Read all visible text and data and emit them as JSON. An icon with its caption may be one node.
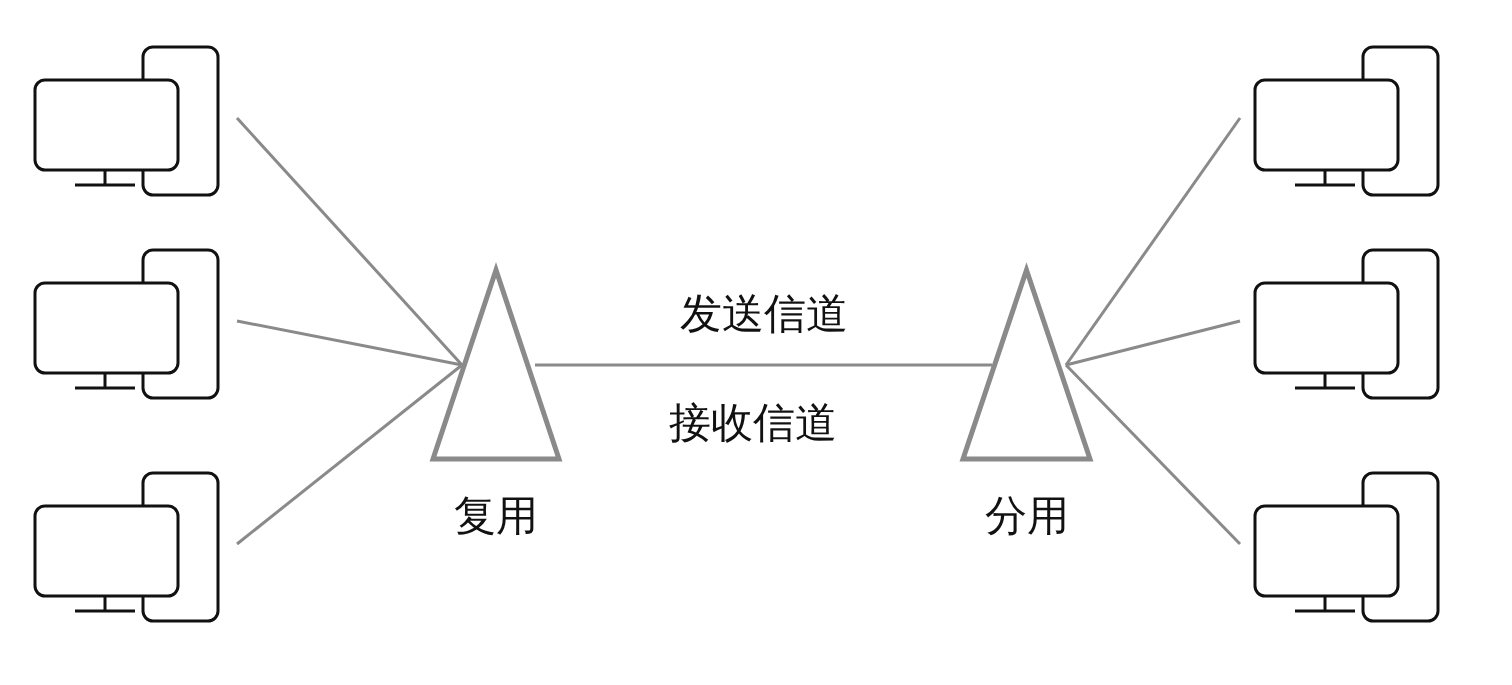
{
  "diagram": {
    "nodes": [
      {
        "text": [],
        "shape": "computer"
      },
      {
        "text": [],
        "shape": "computer"
      },
      {
        "text": [],
        "shape": "computer"
      },
      {
        "text": [],
        "shape": "triangle",
        "beside": [
          "复用"
        ]
      },
      {
        "text": [],
        "shape": "triangle",
        "beside": [
          "分用"
        ]
      },
      {
        "text": [],
        "shape": "computer"
      },
      {
        "text": [],
        "shape": "computer"
      },
      {
        "text": [],
        "shape": "computer"
      }
    ],
    "edges": [
      {
        "from": 0,
        "to": 3,
        "arrow": "none"
      },
      {
        "from": 1,
        "to": 3,
        "arrow": "none"
      },
      {
        "from": 2,
        "to": 3,
        "arrow": "none"
      },
      {
        "from": 3,
        "to": 4,
        "arrow": "none",
        "label": "发送信道"
      },
      {
        "from": 4,
        "to": 5,
        "arrow": "none"
      },
      {
        "from": 4,
        "to": 6,
        "arrow": "none"
      },
      {
        "from": 4,
        "to": 7,
        "arrow": "none"
      }
    ],
    "labels": [
      "接收信道"
    ]
  }
}
